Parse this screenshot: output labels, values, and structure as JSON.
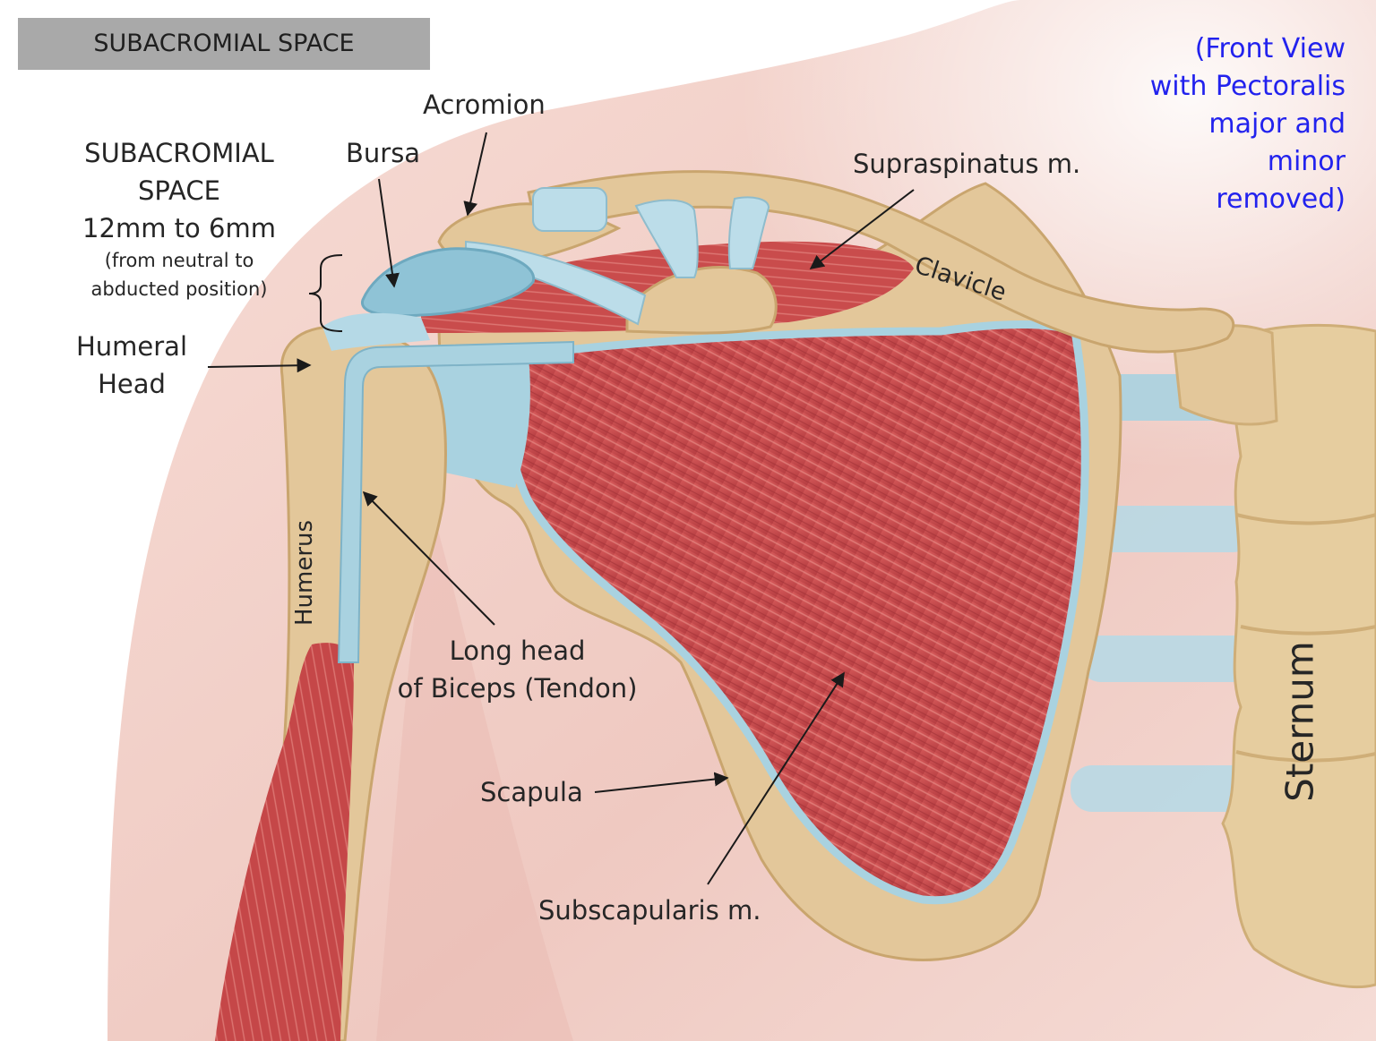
{
  "title": "SUBACROMIAL SPACE",
  "note": {
    "line1": "(Front View",
    "line2": "with Pectoralis",
    "line3": "major and",
    "line4": "minor",
    "line5": "removed)"
  },
  "space": {
    "line1": "SUBACROMIAL",
    "line2": "SPACE",
    "line3": "12mm to 6mm",
    "line4": "(from neutral to",
    "line5": "abducted position)"
  },
  "labels": {
    "acromion": "Acromion",
    "bursa": "Bursa",
    "supraspinatus": "Supraspinatus m.",
    "clavicle": "Clavicle",
    "humeral_head_1": "Humeral",
    "humeral_head_2": "Head",
    "humerus": "Humerus",
    "biceps_1": "Long head",
    "biceps_2": "of Biceps (Tendon)",
    "scapula": "Scapula",
    "subscapularis": "Subscapularis m.",
    "sternum": "Sternum"
  },
  "colors": {
    "skin": "#f3d3cc",
    "bone": "#e3c79a",
    "muscle": "#c64a4c",
    "tendon": "#a9d2e0",
    "bursa": "#8fc3d6",
    "note_text": "#2222ee"
  }
}
